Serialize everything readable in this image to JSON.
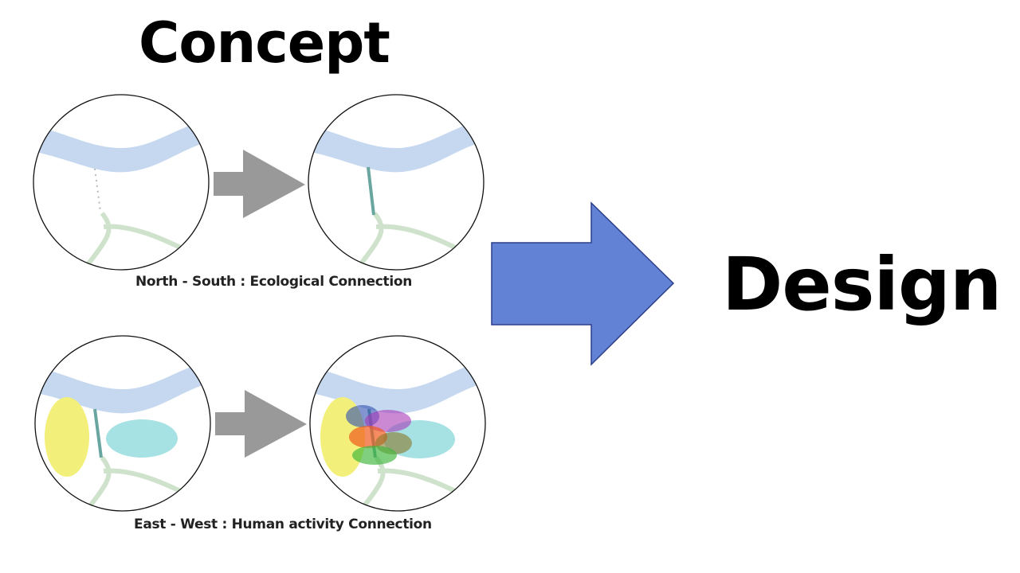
{
  "headings": {
    "concept": "Concept",
    "design": "Design"
  },
  "captions": {
    "north_south": "North - South : Ecological Connection",
    "east_west": "East - West : Human activity Connection"
  },
  "colors": {
    "river": "#c5d8f0",
    "green_path": "#cfe3cc",
    "connector": "#6aa6a0",
    "yellow_zone": "#f2f07a",
    "cyan_zone": "#a6e1e3",
    "small_arrow": "#999999",
    "big_arrow_fill": "#6282d6",
    "big_arrow_stroke": "#2c3f8a"
  }
}
